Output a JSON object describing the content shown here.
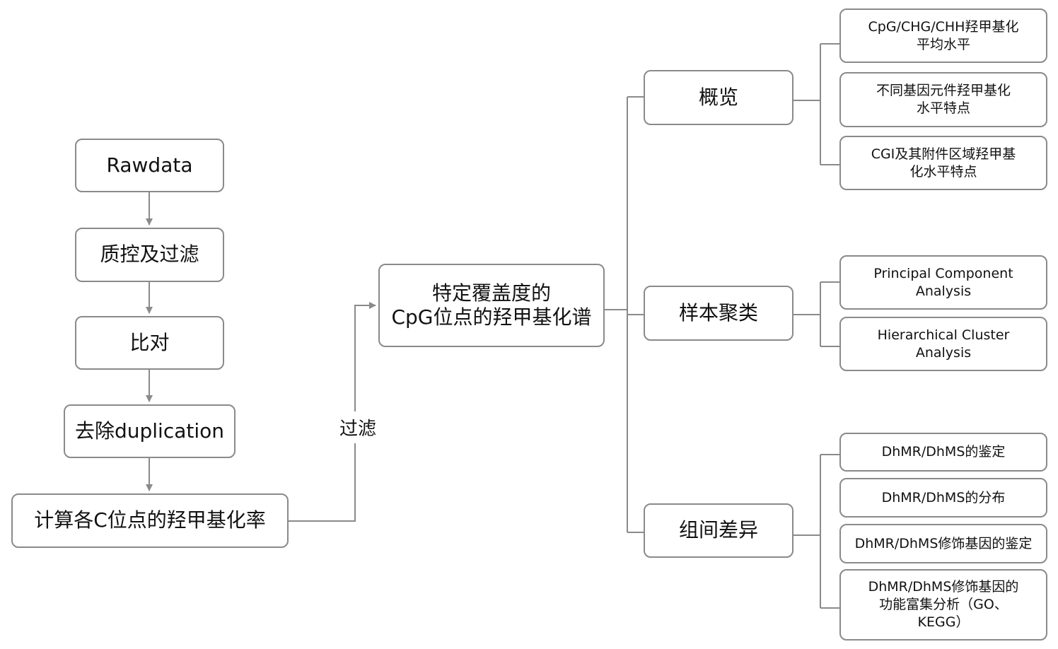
{
  "pipeline": {
    "rawdata": "Rawdata",
    "qc": "质控及过滤",
    "align": "比对",
    "dedup": "去除duplication",
    "calc": "计算各C位点的羟甲基化率"
  },
  "filter_label": "过滤",
  "center": "特定覆盖度的\nCpG位点的羟甲基化谱",
  "categories": {
    "overview": {
      "label": "概览",
      "items": [
        "CpG/CHG/CHH羟甲基化\n平均水平",
        "不同基因元件羟甲基化\n水平特点",
        "CGI及其附件区域羟甲基\n化水平特点"
      ]
    },
    "clustering": {
      "label": "样本聚类",
      "items": [
        "Principal Component\nAnalysis",
        "Hierarchical Cluster\nAnalysis"
      ]
    },
    "diff": {
      "label": "组间差异",
      "items": [
        "DhMR/DhMS的鉴定",
        "DhMR/DhMS的分布",
        "DhMR/DhMS修饰基因的鉴定",
        "DhMR/DhMS修饰基因的\n功能富集分析（GO、\nKEGG）"
      ]
    }
  },
  "colors": {
    "line": "#8a8a8a",
    "border": "#8a8a8a",
    "text": "#111111"
  }
}
